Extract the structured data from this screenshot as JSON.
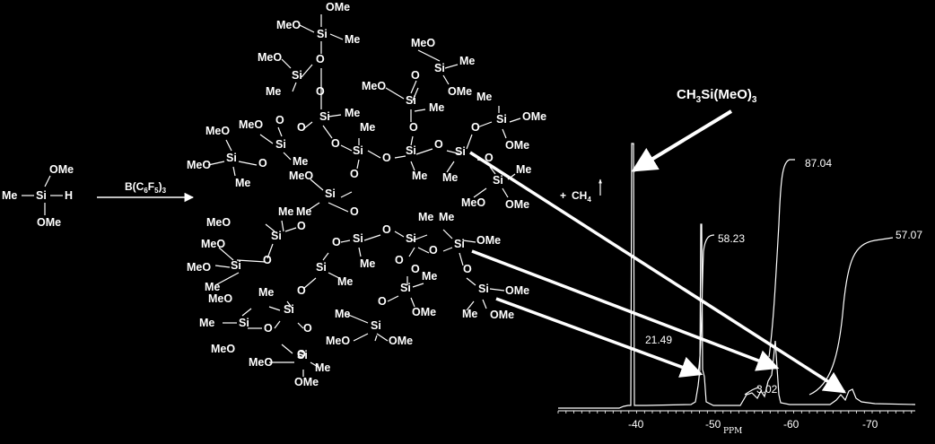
{
  "colors": {
    "background": "#000000",
    "foreground": "#ffffff"
  },
  "reactant": {
    "left": "Me",
    "center": "Si",
    "right": "H",
    "top": "OMe",
    "bottom": "OMe"
  },
  "catalyst": {
    "main": "B(C",
    "s1": "6",
    "mid": "F",
    "s2": "5",
    "end": ")",
    "s3": "3"
  },
  "byproduct": {
    "plus": "+",
    "main": "CH",
    "sub": "4"
  },
  "product_label": {
    "main": "CH",
    "s1": "3",
    "mid": "Si(MeO)",
    "s2": "3"
  },
  "atoms": {
    "si": "Si",
    "o": "O",
    "me": "Me",
    "ome": "OMe",
    "meo": "MeO"
  },
  "spectrum": {
    "xlabel": "PPM",
    "ticks": [
      "-40",
      "-50",
      "-60",
      "-70"
    ],
    "integrals": [
      "21.49",
      "58.23",
      "87.04",
      "3.02",
      "57.07"
    ]
  }
}
